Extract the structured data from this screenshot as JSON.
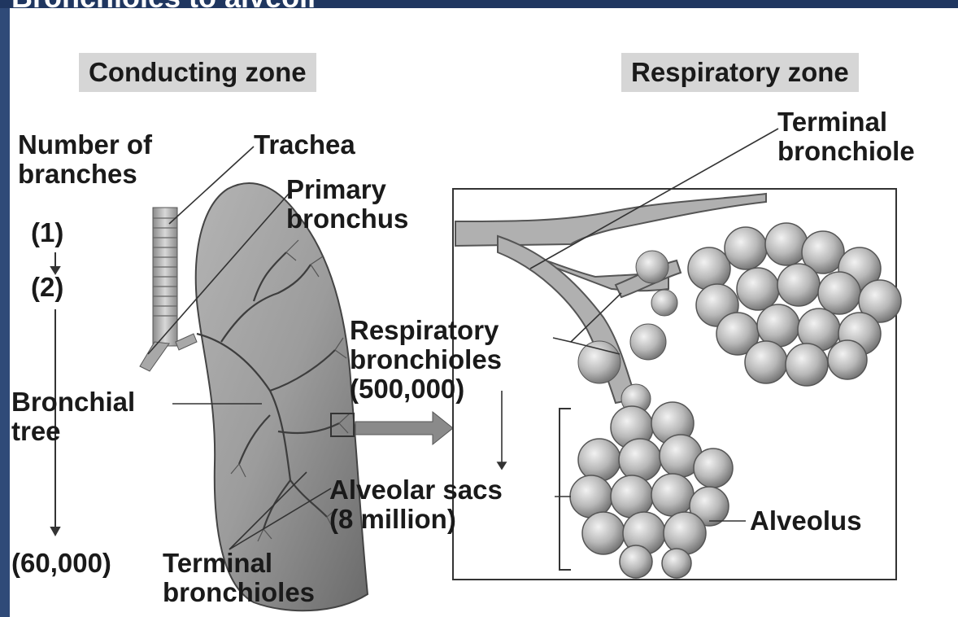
{
  "slide_title": "Bronchioles to alveoli",
  "zones": {
    "conducting": "Conducting zone",
    "respiratory": "Respiratory zone"
  },
  "labels": {
    "number_of_branches": [
      "Number of",
      "branches"
    ],
    "trachea": "Trachea",
    "primary_bronchus": [
      "Primary",
      "bronchus"
    ],
    "bronchial_tree": [
      "Bronchial",
      "tree"
    ],
    "terminal_bronchioles": [
      "Terminal",
      "bronchioles"
    ],
    "terminal_bronchiole": [
      "Terminal",
      "bronchiole"
    ],
    "respiratory_bronchioles": [
      "Respiratory",
      "bronchioles",
      "(500,000)"
    ],
    "alveolar_sacs": [
      "Alveolar sacs",
      "(8 million)"
    ],
    "alveolus": "Alveolus"
  },
  "branch_counts": [
    "(1)",
    "(2)",
    "(60,000)"
  ],
  "colors": {
    "background": "#1e3458",
    "panel": "#ffffff",
    "zone_box": "#d6d6d6",
    "lung": "#9a9a9a",
    "alveoli": "#b5b5b5",
    "text": "#1a1a1a"
  }
}
